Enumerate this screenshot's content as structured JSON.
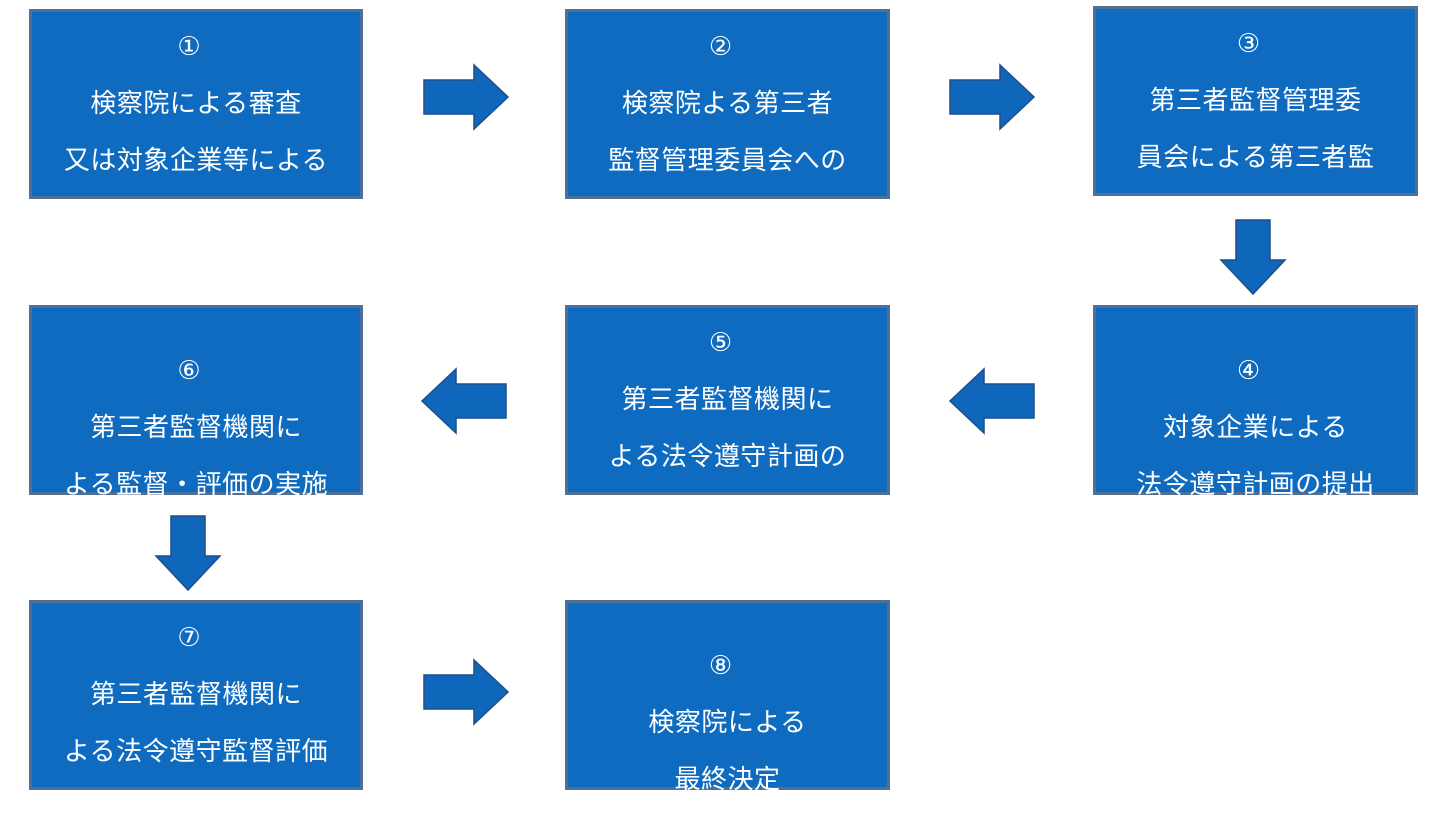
{
  "steps": [
    {
      "num": "①",
      "text": "検察院による審査\n又は対象企業等による\n自己申請"
    },
    {
      "num": "②",
      "text": "検察院よる第三者\n監督管理委員会への\n手続開始要請"
    },
    {
      "num": "③",
      "text": "第三者監督管理委\n員会による第三者監\n督機関の組成"
    },
    {
      "num": "④",
      "text": "対象企業による\n法令遵守計画の提出"
    },
    {
      "num": "⑤",
      "text": "第三者監督機関に\nよる法令遵守計画の\n検討"
    },
    {
      "num": "⑥",
      "text": "第三者監督機関に\nよる監督・評価の実施"
    },
    {
      "num": "⑦",
      "text": "第三者監督機関に\nよる法令遵守監督評価\n書の作成"
    },
    {
      "num": "⑧",
      "text": "検察院による\n最終決定"
    }
  ],
  "colors": {
    "box_fill": "#0e6bc0",
    "box_border": "#4f6f94",
    "arrow_fill": "#0f67bb",
    "text": "#ffffff"
  }
}
